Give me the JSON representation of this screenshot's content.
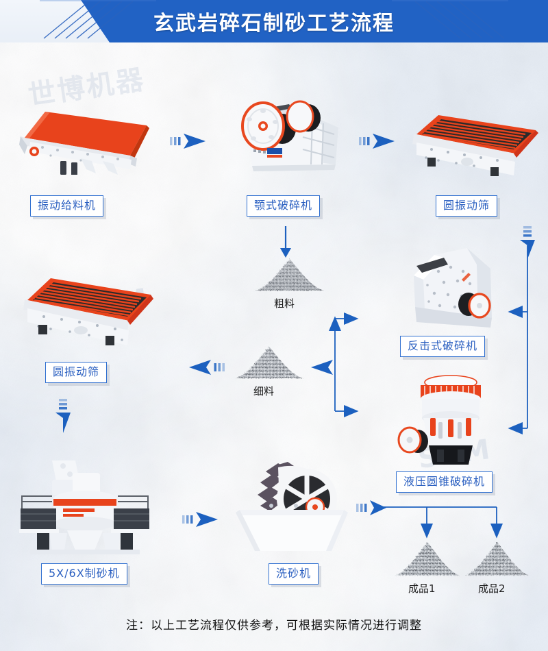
{
  "header": {
    "title": "玄武岩碎石制砂工艺流程",
    "band_color": "#2162c4",
    "decor_left": "diagonal-lines",
    "decor_right": "diagonal-lines"
  },
  "theme": {
    "label_border": "#2f6fd0",
    "label_text": "#2a5fc0",
    "arrow_color": "#1c60bf",
    "background": "#e9eff7",
    "machine_accent": "#e8481f"
  },
  "nodes": [
    {
      "id": "feeder",
      "label": "振动给料机",
      "kind": "vibrating-feeder",
      "boxed": true
    },
    {
      "id": "jaw",
      "label": "颚式破碎机",
      "kind": "jaw-crusher",
      "boxed": true
    },
    {
      "id": "screen1",
      "label": "圆振动筛",
      "kind": "vibrating-screen",
      "boxed": true
    },
    {
      "id": "coarse",
      "label": "粗料",
      "kind": "material-pile",
      "boxed": false
    },
    {
      "id": "impact",
      "label": "反击式破碎机",
      "kind": "impact-crusher",
      "boxed": true
    },
    {
      "id": "fine",
      "label": "细料",
      "kind": "material-pile",
      "boxed": false
    },
    {
      "id": "screen2",
      "label": "圆振动筛",
      "kind": "vibrating-screen",
      "boxed": true
    },
    {
      "id": "cone",
      "label": "液压圆锥破碎机",
      "kind": "cone-crusher",
      "boxed": true
    },
    {
      "id": "sandmaker",
      "label": "5X/6X制砂机",
      "kind": "vsi-sand-maker",
      "boxed": true
    },
    {
      "id": "washer",
      "label": "洗砂机",
      "kind": "wheel-sand-washer",
      "boxed": true
    },
    {
      "id": "product1",
      "label": "成品1",
      "kind": "material-pile",
      "boxed": false
    },
    {
      "id": "product2",
      "label": "成品2",
      "kind": "material-pile",
      "boxed": false
    }
  ],
  "watermarks": [
    "世博机器",
    "SBM",
    "SBM"
  ],
  "footer": {
    "note": "注：以上工艺流程仅供参考，可根据实际情况进行调整"
  }
}
